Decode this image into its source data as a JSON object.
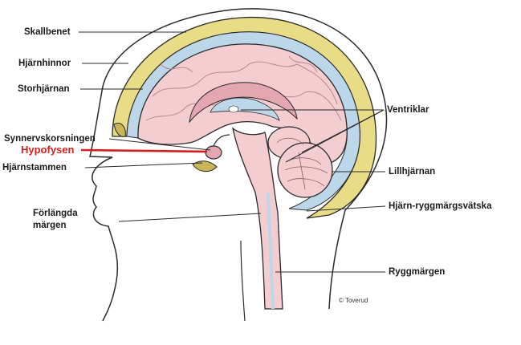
{
  "labels": {
    "skallbenet": "Skallbenet",
    "hjarnhinnor": "Hjärnhinnor",
    "storhjarnan": "Storhjärnan",
    "synnervskorsningen": "Synnervskorsningen",
    "hypofysen": "Hypofysen",
    "hjarnstammen": "Hjärnstammen",
    "forlangda_line1": "Förlängda",
    "forlangda_line2": "märgen",
    "ventriklar": "Ventriklar",
    "lillhjarnan": "Lillhjärnan",
    "csf": "Hjärn-ryggmärgsvätska",
    "ryggmargen": "Ryggmärgen"
  },
  "credit": "© Toverud",
  "colors": {
    "skull": "#e9dc86",
    "brain": "#f3cdd0",
    "brain_dark": "#e4a6b0",
    "csf": "#bcd6ea",
    "outline": "#2a2a2a",
    "highlight": "#d41f1f"
  }
}
